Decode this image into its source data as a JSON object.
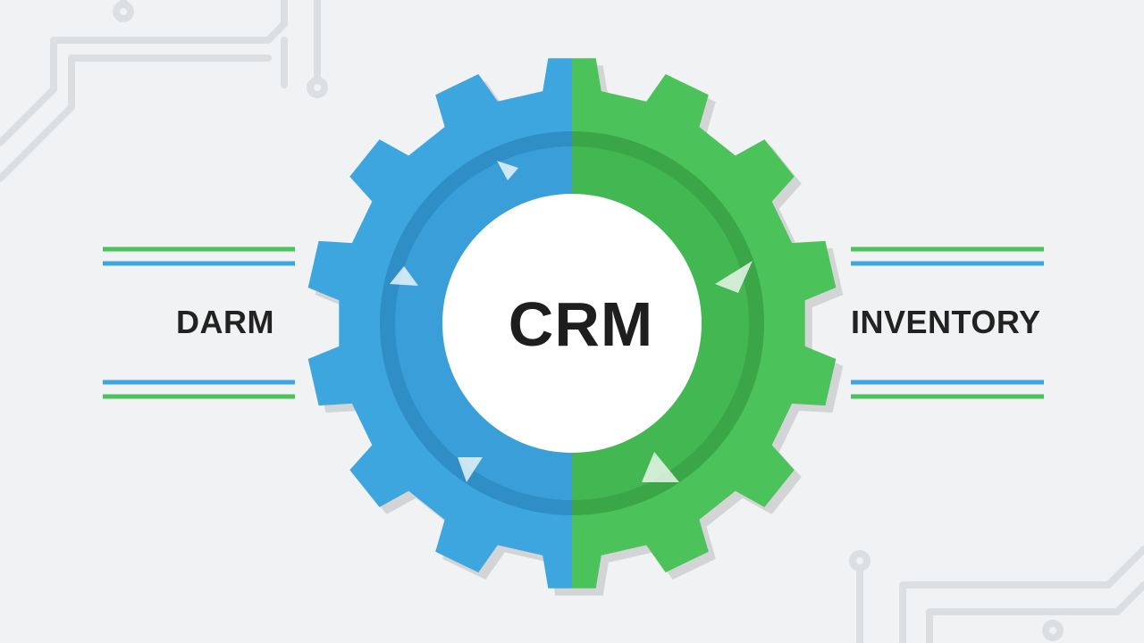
{
  "diagram": {
    "center_label": "CRM",
    "left_label": "DARM",
    "right_label": "INVENTORY"
  },
  "colors": {
    "background": "#f1f2f3",
    "blue": "#3ea6df",
    "blue_dark": "#2f8ec6",
    "green": "#4cc25a",
    "green_dark": "#3aa648",
    "circuit": "#dcdfe2"
  },
  "icons": {
    "gear": "gear-icon",
    "arrows": "cycle-arrow-icon"
  }
}
